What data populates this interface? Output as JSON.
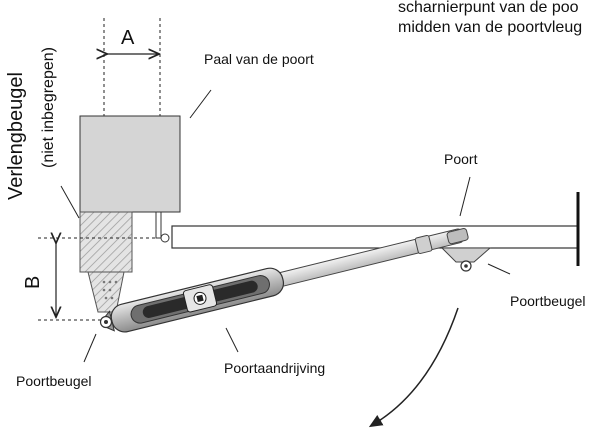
{
  "labels": {
    "top_note_line1": "scharnierpunt van de poo",
    "top_note_line2": "midden van de poortvleug",
    "dim_a": "A",
    "dim_b": "B",
    "post": "Paal van de poort",
    "gate": "Poort",
    "ext_bracket_line1": "Verlengbeugel",
    "ext_bracket_line2": "(niet inbegrepen)",
    "bracket_left": "Poortbeugel",
    "bracket_right": "Poortbeugel",
    "operator": "Poortaandrijving"
  }
}
